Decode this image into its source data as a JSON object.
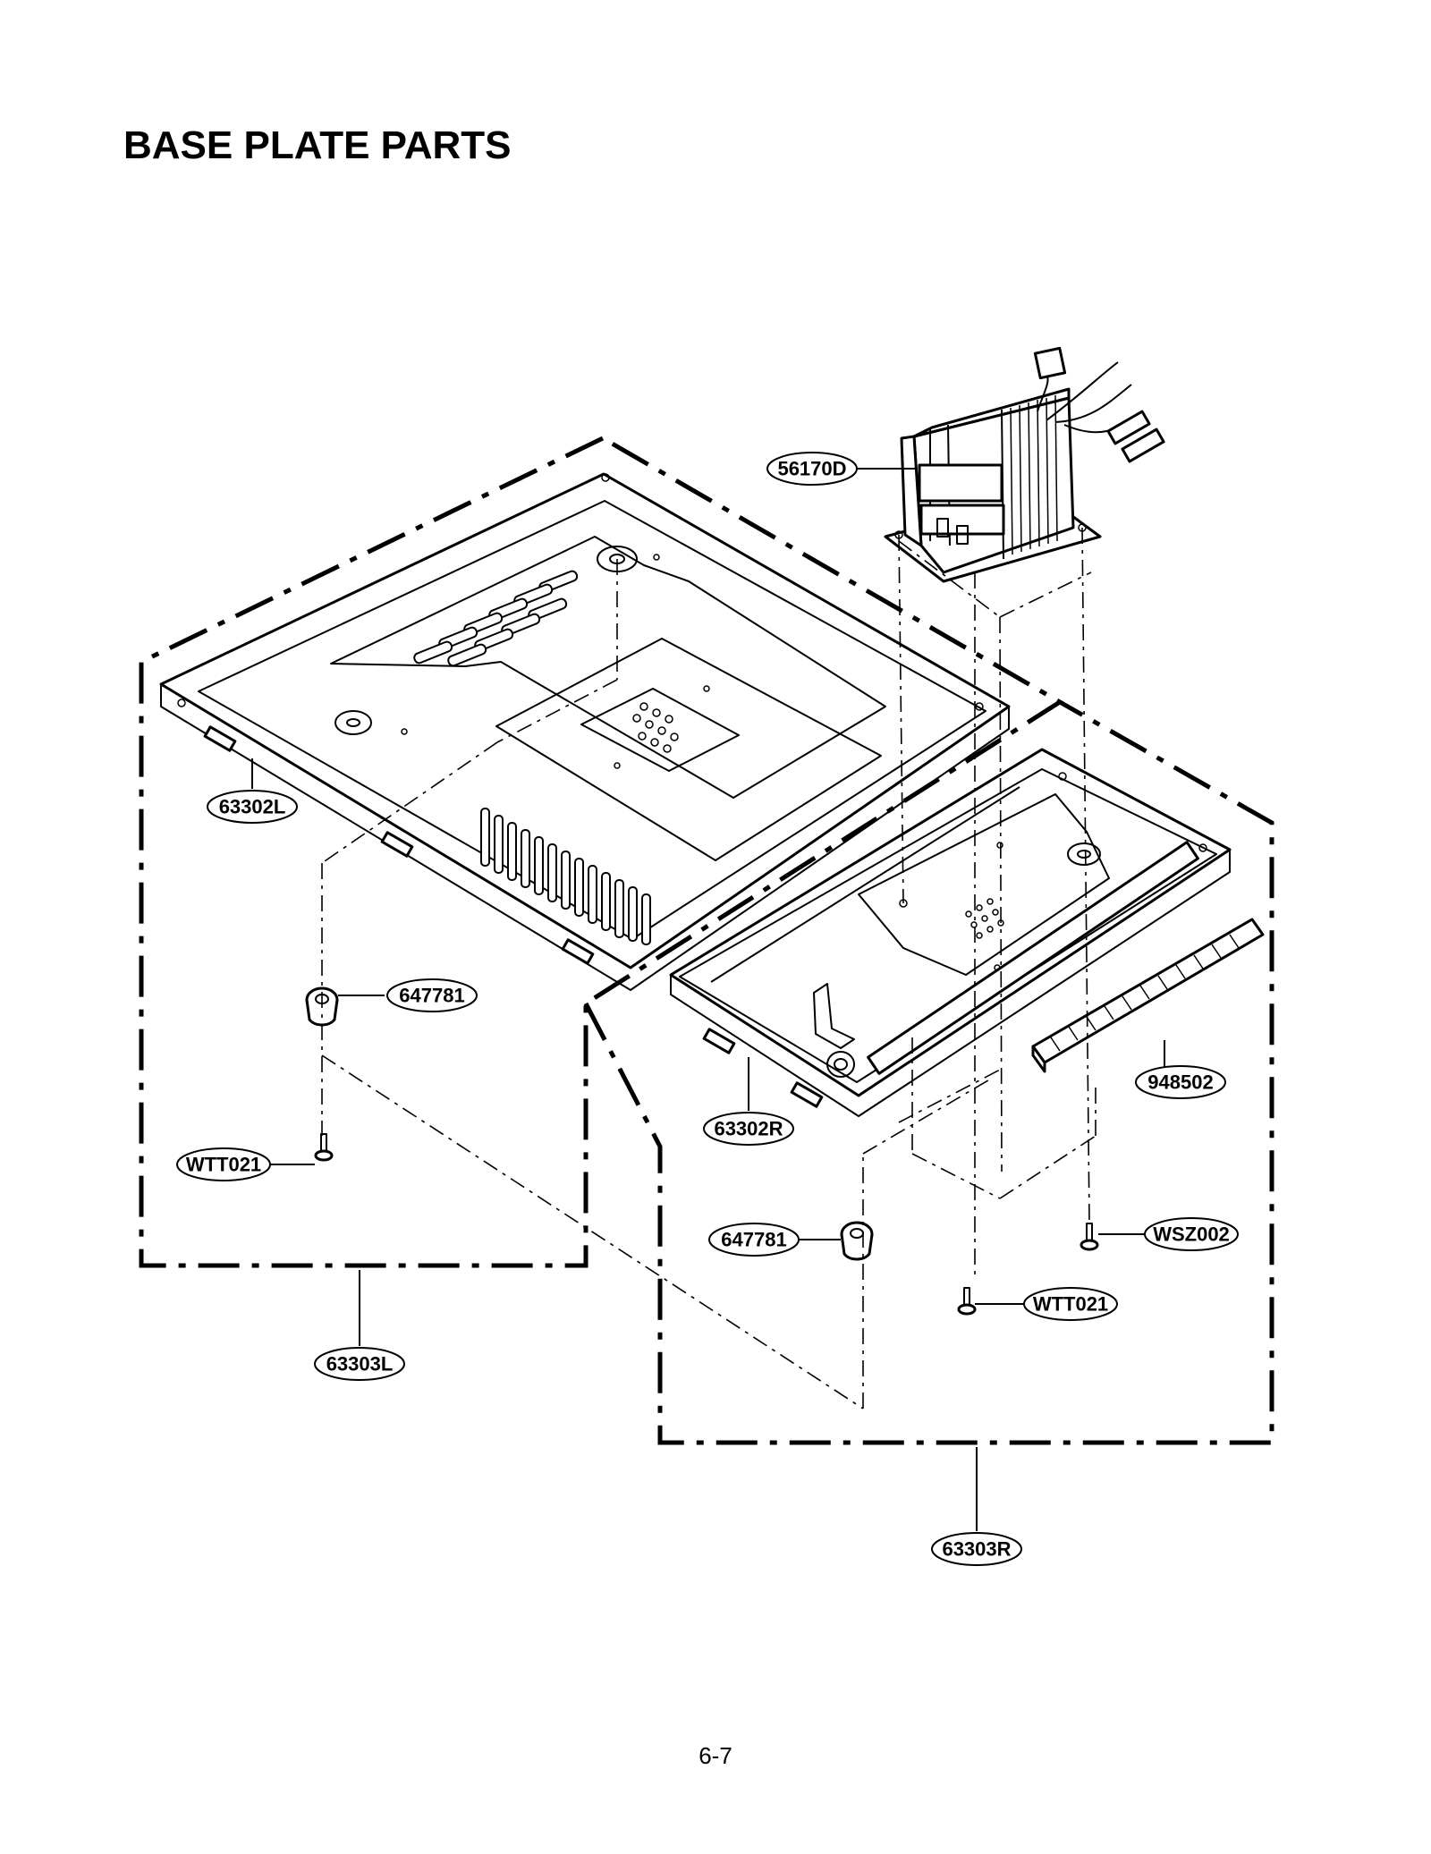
{
  "title": "BASE PLATE PARTS",
  "page_number": "6-7",
  "part_labels": {
    "transformer": "56170D",
    "base_plate_left": "63302L",
    "base_plate_right": "63302R",
    "foot_left": "647781",
    "foot_right": "647781",
    "screw_left": "WTT021",
    "screw_right": "WTT021",
    "screw_wsz": "WSZ002",
    "strip": "948502",
    "assembly_left": "63303L",
    "assembly_right": "63303R"
  }
}
